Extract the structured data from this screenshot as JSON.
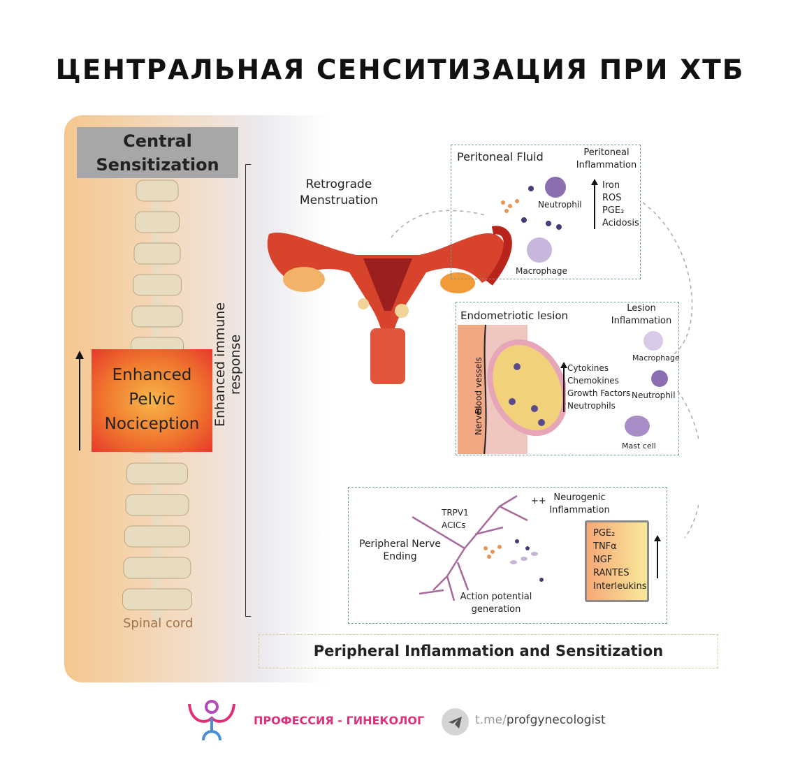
{
  "title": "ЦЕНТРАЛЬНАЯ СЕНСИТИЗАЦИЯ ПРИ ХТБ",
  "left": {
    "header_line1": "Central",
    "header_line2": "Sensitization",
    "box_line1": "Enhanced",
    "box_line2": "Pelvic",
    "box_line3": "Nociception",
    "vertical_label": "Enhanced immune response",
    "spinal_cord": "Spinal cord"
  },
  "uterus": {
    "label_line1": "Retrograde",
    "label_line2": "Menstruation"
  },
  "peritoneal": {
    "title": "Peritoneal Fluid",
    "inflammation_line1": "Peritoneal",
    "inflammation_line2": "Inflammation",
    "factors": [
      "Iron",
      "ROS",
      "PGE₂",
      "Acidosis"
    ],
    "neutrophil": "Neutrophil",
    "macrophage": "Macrophage"
  },
  "lesion": {
    "title": "Endometriotic lesion",
    "inflammation_line1": "Lesion",
    "inflammation_line2": "Inflammation",
    "blood_vessels": "Blood vessels",
    "nerves": "Nerves",
    "factors": [
      "Cytokines",
      "Chemokines",
      "Growth Factors",
      "Neutrophils"
    ],
    "macrophage": "Macrophage",
    "neutrophil": "Neutrophil",
    "mast_cell": "Mast cell"
  },
  "nerve": {
    "trpv1": "TRPV1",
    "acics": "ACICs",
    "plus": "++",
    "neuro_line1": "Neurogenic",
    "neuro_line2": "Inflammation",
    "ending_line1": "Peripheral Nerve",
    "ending_line2": "Ending",
    "action_line1": "Action potential",
    "action_line2": "generation",
    "mediators": [
      "PGE₂",
      "TNFα",
      "NGF",
      "RANTES",
      "Interleukins"
    ]
  },
  "bottom_title": "Peripheral Inflammation and Sensitization",
  "footer": {
    "brand": "ПРОФЕССИЯ - ГИНЕКОЛОГ",
    "link_prefix": "t.me/",
    "link_handle": "profgynecologist"
  },
  "colors": {
    "brand_pink": "#e0307a",
    "dash": "#6a9c98"
  }
}
